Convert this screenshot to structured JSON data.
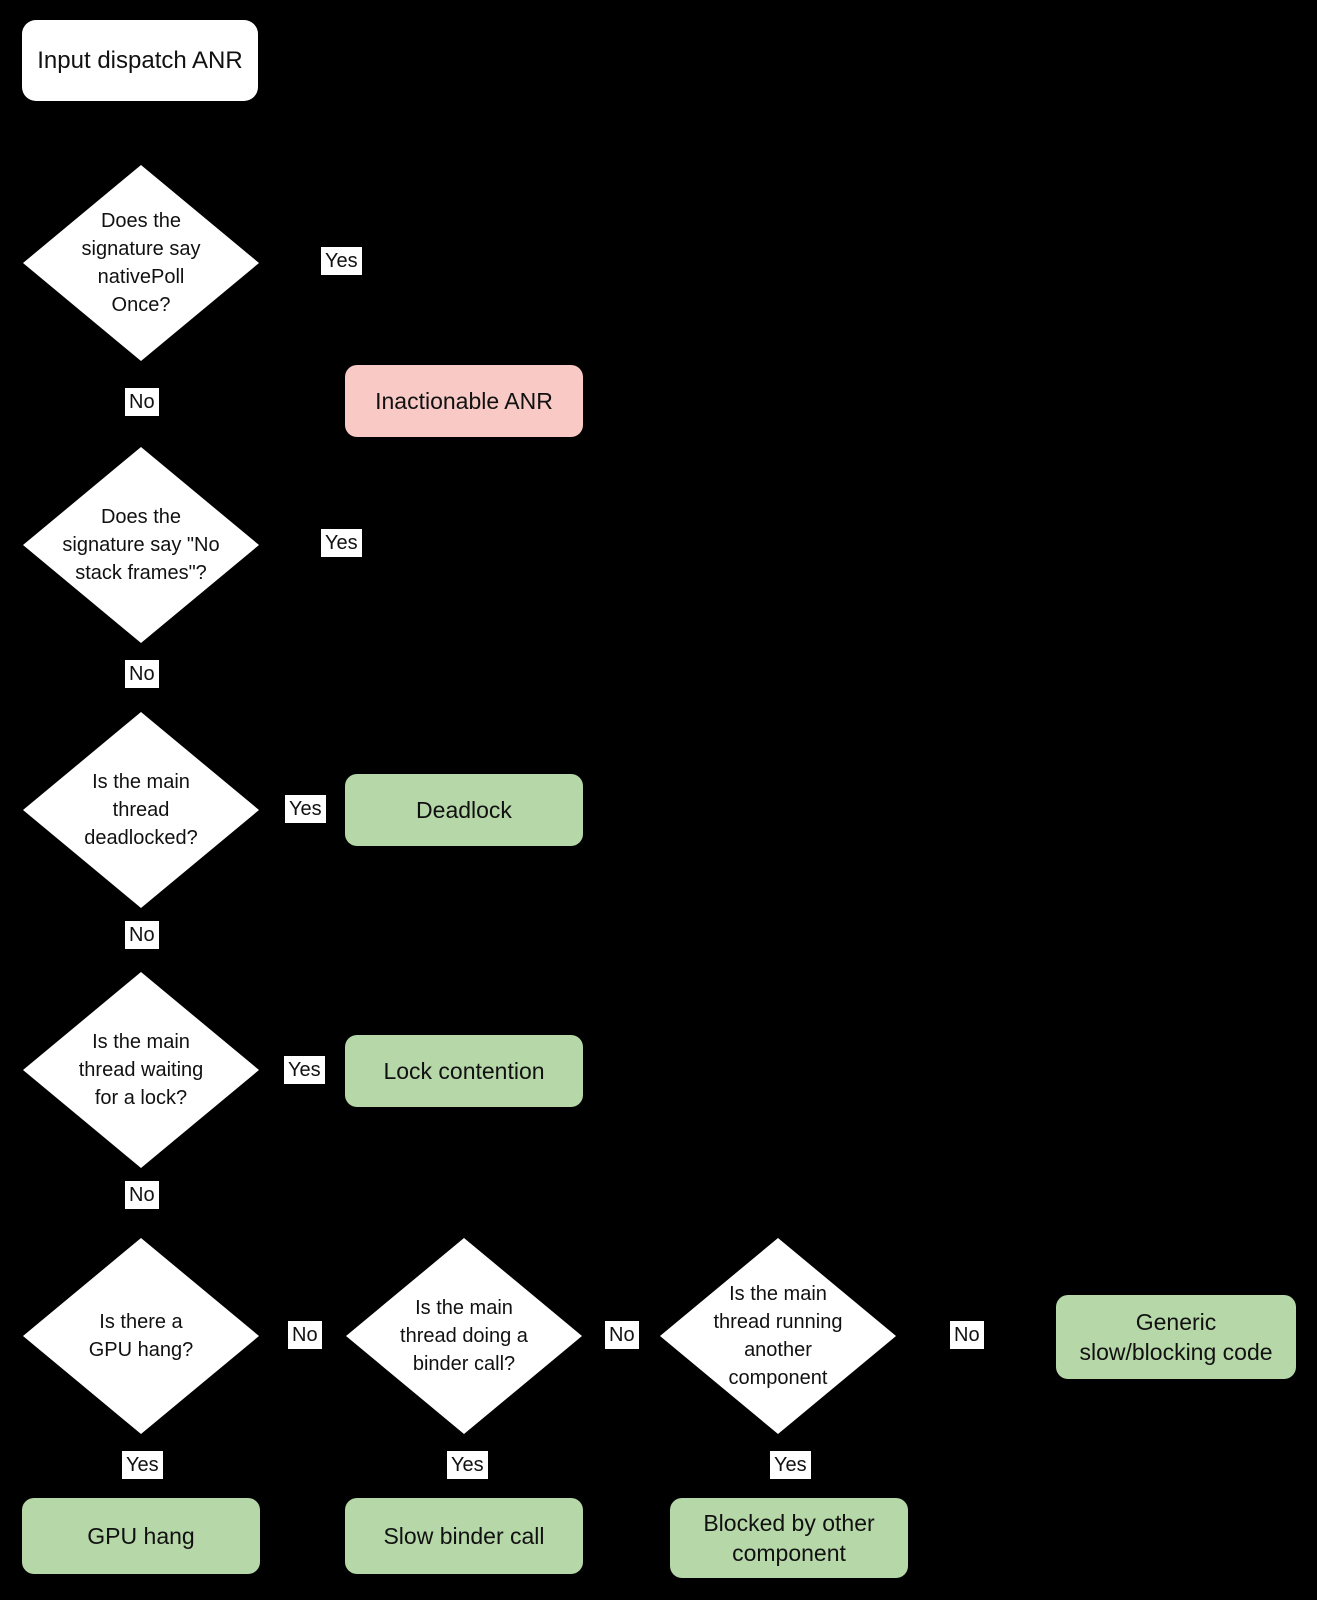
{
  "flowchart": {
    "title": "Input dispatch ANR",
    "decisions": {
      "native_poll": "Does the\nsignature say\nnativePoll\nOnce?",
      "no_stack_frames": "Does the\nsignature say \"No\nstack frames\"?",
      "deadlocked": "Is the main\nthread\ndeadlocked?",
      "waiting_lock": "Is the main\nthread waiting\nfor a lock?",
      "gpu_hang": "Is there a\nGPU hang?",
      "binder_call": "Is the main\nthread doing a\nbinder call?",
      "other_component": "Is the main\nthread running\nanother\ncomponent"
    },
    "outcomes": {
      "inactionable": "Inactionable ANR",
      "deadlock": "Deadlock",
      "lock_contention": "Lock contention",
      "generic_slow": "Generic\nslow/blocking code",
      "gpu_hang": "GPU hang",
      "slow_binder": "Slow binder call",
      "blocked_other": "Blocked by other\ncomponent"
    },
    "edge_labels": {
      "yes": "Yes",
      "no": "No"
    },
    "colors": {
      "background": "#000000",
      "node_fill": "#ffffff",
      "outcome_green": "#b6d7a8",
      "outcome_pink": "#f8c9c5",
      "text": "#111111"
    }
  }
}
